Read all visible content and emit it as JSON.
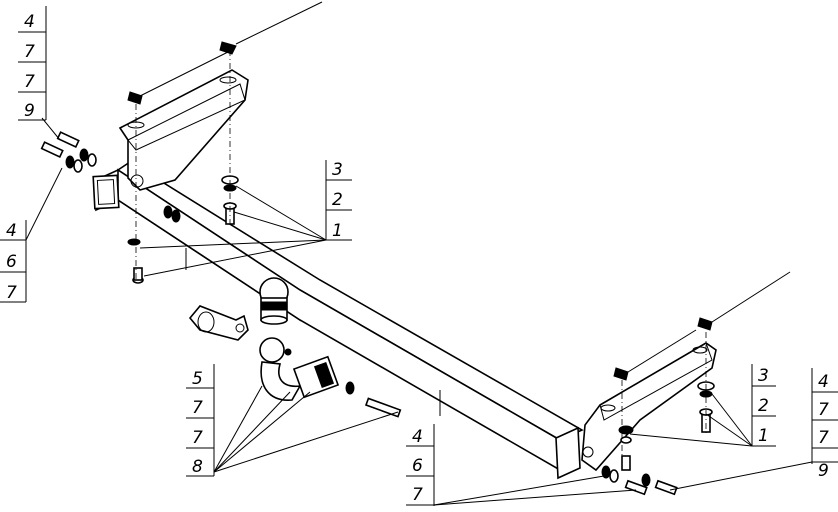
{
  "callouts": {
    "top_left": [
      "4",
      "7",
      "7",
      "9"
    ],
    "mid_left": [
      "4",
      "6",
      "7"
    ],
    "top_center": [
      "3",
      "2",
      "1"
    ],
    "bottom_left": [
      "5",
      "7",
      "7",
      "8"
    ],
    "bottom_center": [
      "4",
      "6",
      "7"
    ],
    "right_inner": [
      "3",
      "2",
      "1"
    ],
    "right_outer": [
      "4",
      "7",
      "7",
      "9"
    ]
  }
}
